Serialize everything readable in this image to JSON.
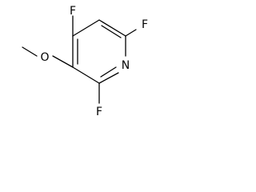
{
  "molecule": {
    "atoms": {
      "f_top": "F",
      "f_right": "F",
      "f_bottom": "F",
      "n_ring": "N",
      "o_methoxy": "O"
    }
  }
}
